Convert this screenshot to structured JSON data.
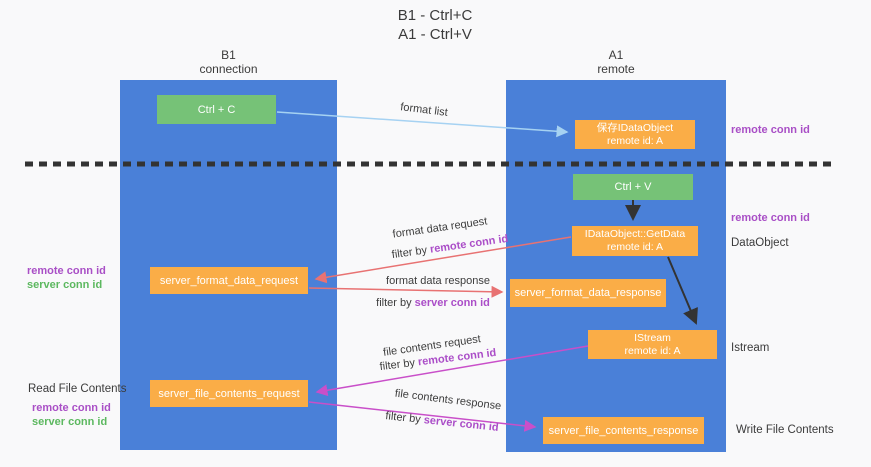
{
  "title": {
    "line1": "B1 - Ctrl+C",
    "line2": "A1 - Ctrl+V"
  },
  "lifelines": {
    "left": {
      "name": "B1",
      "role": "connection"
    },
    "right": {
      "name": "A1",
      "role": "remote"
    }
  },
  "boxes": {
    "ctrl_c": {
      "label": "Ctrl + C"
    },
    "ctrl_v": {
      "label": "Ctrl + V"
    },
    "save_dataobject": {
      "line1": "保存IDataObject",
      "line2": "remote id: A"
    },
    "getdata": {
      "line1": "IDataObject::GetData",
      "line2": "remote id: A"
    },
    "istream": {
      "line1": "IStream",
      "line2": "remote id: A"
    },
    "server_format_data_request": {
      "label": "server_format_data_request"
    },
    "server_format_data_response": {
      "label": "server_format_data_response"
    },
    "server_file_contents_request": {
      "label": "server_file_contents_request"
    },
    "server_file_contents_response": {
      "label": "server_file_contents_response"
    }
  },
  "flow_labels": {
    "format_list": "format list",
    "format_data_request": "format data request",
    "format_data_request_filter": {
      "prefix": "filter by ",
      "id": "remote conn id"
    },
    "format_data_response": "format data response",
    "format_data_response_filter": {
      "prefix": "filter by ",
      "id": "server conn id"
    },
    "file_contents_request": "file contents request",
    "file_contents_request_filter": {
      "prefix": "filter by ",
      "id": "remote conn id"
    },
    "file_contents_response": "file contents response",
    "file_contents_response_filter": {
      "prefix": "filter by ",
      "id": "server conn id"
    }
  },
  "side_labels": {
    "left_top": {
      "remote": "remote conn id",
      "server": "server conn id"
    },
    "read_file": "Read File Contents",
    "left_bottom": {
      "remote": "remote conn id",
      "server": "server conn id"
    },
    "right_remote_1": "remote conn id",
    "right_remote_2": "remote conn id",
    "dataobject": "DataObject",
    "istream": "Istream",
    "write_file": "Write File Contents"
  },
  "colors": {
    "lifeline_blue": "#4A80D8",
    "box_orange": "#FAAD47",
    "box_green": "#76C277",
    "arrow_light_blue": "#A6D2F2",
    "arrow_salmon": "#E87272",
    "arrow_magenta": "#C94FC9",
    "arrow_black": "#333333",
    "conn_id_purple": "#A94FC6",
    "conn_id_green": "#5CB85F",
    "text_dark": "#3D3D3D"
  }
}
